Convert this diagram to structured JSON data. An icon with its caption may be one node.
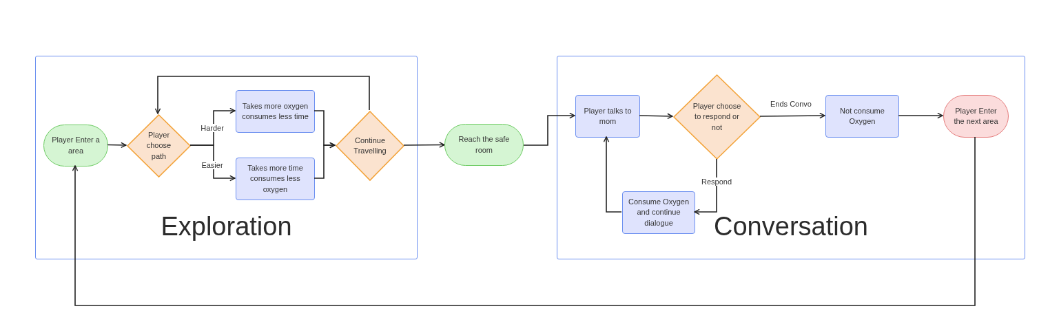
{
  "diagram": {
    "nodes": [
      {
        "text": [
          "Exploration"
        ]
      },
      {
        "text": [
          "Player Enter a area"
        ],
        "in": 0
      },
      {
        "text": [
          "Player choose path"
        ],
        "in": 0
      },
      {
        "text": [
          "Takes more oxygen consumes less time"
        ],
        "in": 0
      },
      {
        "text": [
          "Takes more time consumes less oxygen"
        ],
        "in": 0
      },
      {
        "text": [
          "Continue Travelling"
        ],
        "in": 0
      },
      {
        "text": [
          "Reach the safe room"
        ]
      },
      {
        "text": [
          "Conversation"
        ]
      },
      {
        "text": [
          "Player talks to mom"
        ],
        "in": 7
      },
      {
        "text": [
          "Player choose to respond or not"
        ],
        "in": 7
      },
      {
        "text": [
          "Not consume Oxygen"
        ],
        "in": 7
      },
      {
        "text": [
          "Player Enter the next area"
        ],
        "in": 7
      },
      {
        "text": [
          "Consume Oxygen and continue dialogue"
        ],
        "in": 7
      }
    ],
    "edges": [
      {
        "from": 1,
        "to": 2,
        "arrow": "to"
      },
      {
        "from": 2,
        "to": 3,
        "arrow": "to",
        "label": "Harder"
      },
      {
        "from": 2,
        "to": 4,
        "arrow": "to",
        "label": "Easier"
      },
      {
        "from": 3,
        "to": 5,
        "arrow": "to"
      },
      {
        "from": 4,
        "to": 5,
        "arrow": "to"
      },
      {
        "from": 5,
        "to": 2,
        "arrow": "to"
      },
      {
        "from": 5,
        "to": 6,
        "arrow": "to"
      },
      {
        "from": 6,
        "to": 8,
        "arrow": "to"
      },
      {
        "from": 8,
        "to": 9,
        "arrow": "to"
      },
      {
        "from": 9,
        "to": 10,
        "arrow": "to",
        "label": "Ends Convo"
      },
      {
        "from": 10,
        "to": 11,
        "arrow": "to"
      },
      {
        "from": 9,
        "to": 12,
        "arrow": "to",
        "label": "Respond"
      },
      {
        "from": 12,
        "to": 8,
        "arrow": "to"
      },
      {
        "from": 11,
        "to": 1,
        "arrow": "to"
      }
    ]
  }
}
